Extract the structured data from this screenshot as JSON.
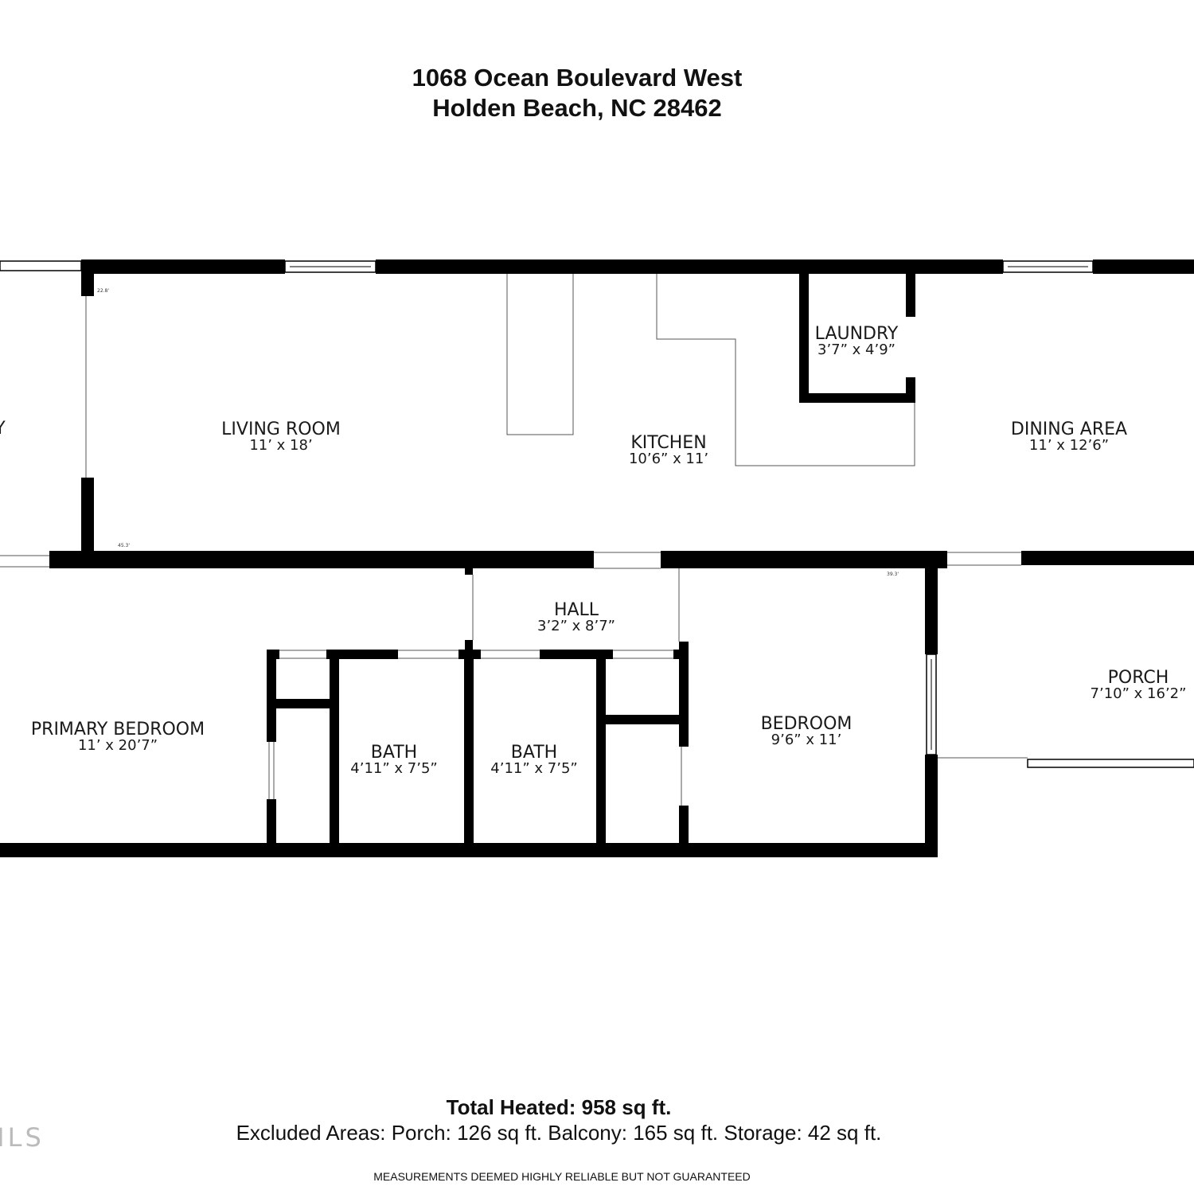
{
  "header": {
    "address_line1": "1068 Ocean Boulevard West",
    "address_line2": "Holden Beach, NC 28462"
  },
  "rooms": {
    "balcony_partial": "Y",
    "living_room": {
      "name": "LIVING ROOM",
      "dims": "11’ x 18’"
    },
    "kitchen": {
      "name": "KITCHEN",
      "dims": "10’6” x 11’"
    },
    "laundry": {
      "name": "LAUNDRY",
      "dims": "3’7” x 4’9”"
    },
    "dining_area": {
      "name": "DINING AREA",
      "dims": "11’ x 12’6”"
    },
    "hall": {
      "name": "HALL",
      "dims": "3’2” x 8’7”"
    },
    "primary_bedroom": {
      "name": "PRIMARY BEDROOM",
      "dims": "11’ x 20’7”"
    },
    "bath_1": {
      "name": "BATH",
      "dims": "4’11” x 7’5”"
    },
    "bath_2": {
      "name": "BATH",
      "dims": "4’11” x 7’5”"
    },
    "bedroom": {
      "name": "BEDROOM",
      "dims": "9’6” x 11’"
    },
    "porch": {
      "name": "PORCH",
      "dims": "7’10” x 16’2”"
    }
  },
  "markers": {
    "living_top": "22.8'",
    "living_bottom": "45.3'",
    "bedroom_corner": "39.3'"
  },
  "footer": {
    "total_heated": "Total Heated: 958 sq ft.",
    "excluded": "Excluded Areas: Porch: 126 sq ft. Balcony: 165 sq ft. Storage: 42 sq ft.",
    "disclaimer": "MEASUREMENTS DEEMED HIGHLY RELIABLE BUT NOT GUARANTEED",
    "watermark": "MLS"
  }
}
